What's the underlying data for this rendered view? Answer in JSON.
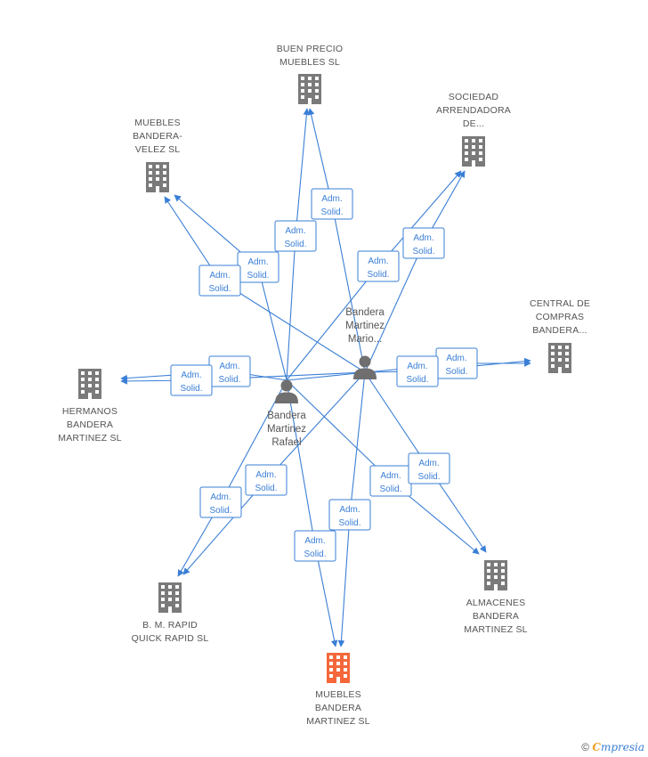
{
  "colors": {
    "edge": "#3a7fd6",
    "company": "#7a7a7a",
    "focus_company": "#f4673b",
    "person": "#6f6f6f",
    "brand_accent": "#f0a020"
  },
  "relationship_label": [
    "Adm.",
    "Solid."
  ],
  "companies": [
    {
      "id": "buen",
      "lines": [
        "BUEN PRECIO",
        "MUEBLES SL"
      ],
      "focus": false
    },
    {
      "id": "sociedad",
      "lines": [
        "SOCIEDAD",
        "ARRENDADORA",
        "DE..."
      ],
      "focus": false
    },
    {
      "id": "velez",
      "lines": [
        "MUEBLES",
        "BANDERA-",
        "VELEZ SL"
      ],
      "focus": false
    },
    {
      "id": "central",
      "lines": [
        "CENTRAL DE",
        "COMPRAS",
        "BANDERA..."
      ],
      "focus": false
    },
    {
      "id": "hermanos",
      "lines": [
        "HERMANOS",
        "BANDERA",
        "MARTINEZ SL"
      ],
      "focus": false
    },
    {
      "id": "almacenes",
      "lines": [
        "ALMACENES",
        "BANDERA",
        "MARTINEZ SL"
      ],
      "focus": false
    },
    {
      "id": "rapid",
      "lines": [
        "B.  M. RAPID",
        "QUICK RAPID SL"
      ],
      "focus": false
    },
    {
      "id": "muebles_bm",
      "lines": [
        "MUEBLES",
        "BANDERA",
        "MARTINEZ SL"
      ],
      "focus": true
    }
  ],
  "people": [
    {
      "id": "mario",
      "lines": [
        "Bandera",
        "Martinez",
        "Mario..."
      ]
    },
    {
      "id": "rafael",
      "lines": [
        "Bandera",
        "Martinez",
        "Rafael"
      ]
    }
  ],
  "edges": [
    {
      "from": "rafael",
      "to": "buen"
    },
    {
      "from": "mario",
      "to": "buen"
    },
    {
      "from": "rafael",
      "to": "sociedad"
    },
    {
      "from": "mario",
      "to": "sociedad"
    },
    {
      "from": "rafael",
      "to": "velez"
    },
    {
      "from": "mario",
      "to": "velez"
    },
    {
      "from": "rafael",
      "to": "central"
    },
    {
      "from": "mario",
      "to": "central"
    },
    {
      "from": "rafael",
      "to": "hermanos"
    },
    {
      "from": "mario",
      "to": "hermanos"
    },
    {
      "from": "rafael",
      "to": "almacenes"
    },
    {
      "from": "mario",
      "to": "almacenes"
    },
    {
      "from": "rafael",
      "to": "rapid"
    },
    {
      "from": "mario",
      "to": "rapid"
    },
    {
      "from": "rafael",
      "to": "muebles_bm"
    },
    {
      "from": "mario",
      "to": "muebles_bm"
    }
  ],
  "footer": {
    "copyright_symbol": "©",
    "brand_first": "C",
    "brand_rest": "mpresia"
  }
}
